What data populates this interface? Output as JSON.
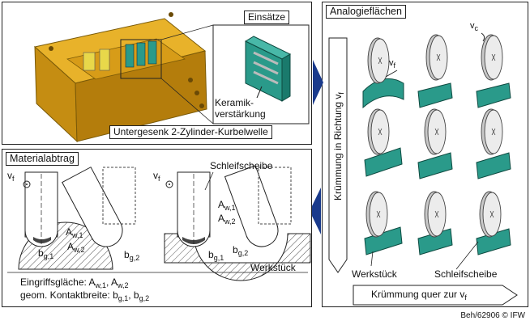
{
  "tl": {
    "inserts_label": "Einsätze",
    "ceramic_label": "Keramik-",
    "ceramic_label2": "verstärkung",
    "die_label": "Untergesenk 2-Zylinder-Kurbelwelle"
  },
  "right": {
    "title": "Analogieflächen",
    "vc_label": "v",
    "vc_sub": "c",
    "vf_label": "v",
    "vf_sub": "f",
    "vertical_label": "Krümmung in Richtung v",
    "vertical_sub": "f",
    "workpiece_label": "Werkstück",
    "wheel_label": "Schleifscheibe",
    "horizontal_label": "Krümmung quer zur v",
    "horizontal_sub": "f"
  },
  "bl": {
    "title": "Materialabtrag",
    "vf_left": "v",
    "vf_left_sub": "f",
    "vf_mid": "v",
    "vf_mid_sub": "f",
    "grinding_wheel": "Schleifscheibe",
    "aw1_a": "A",
    "aw1_a_sub": "w,1",
    "aw2_a": "A",
    "aw2_a_sub": "w,2",
    "bg1_a": "b",
    "bg1_a_sub": "g,1",
    "bg2_a": "b",
    "bg2_a_sub": "g,2",
    "aw1_b": "A",
    "aw1_b_sub": "w,1",
    "aw2_b": "A",
    "aw2_b_sub": "w,2",
    "bg1_b": "b",
    "bg1_b_sub": "g,1",
    "bg2_b": "b",
    "bg2_b_sub": "g,2",
    "workpiece": "Werkstück",
    "caption1_prefix": "Eingriffsgläche: A",
    "caption1_s1": "w,1",
    "caption1_mid": ", A",
    "caption1_s2": "w,2",
    "caption2_prefix": "geom. Kontaktbreite: b",
    "caption2_s1": "g,1",
    "caption2_mid": ", b",
    "caption2_s2": "g,2"
  },
  "credit": "Beh/62906 © IFW",
  "colors": {
    "die": "#d9a31c",
    "insert": "#2a9a8a",
    "arrow": "#1a3a8c",
    "wheel": "#d0d0d0"
  }
}
